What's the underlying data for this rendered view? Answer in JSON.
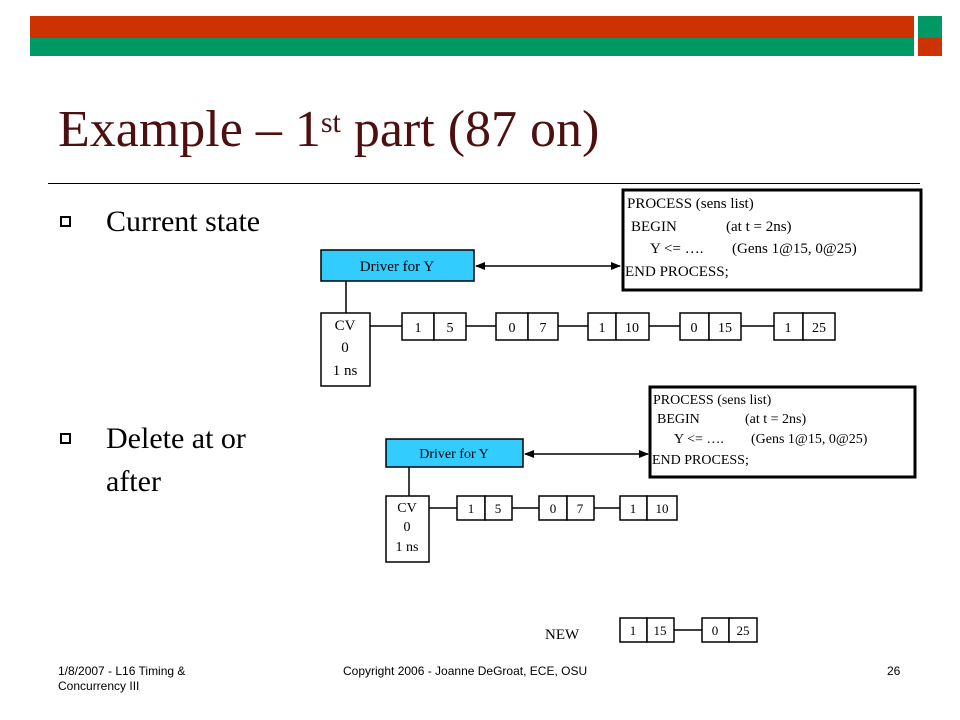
{
  "slide": {
    "title_main": "Example – 1",
    "title_sup": "st",
    "title_rest": " part (87 on)",
    "bullets": [
      {
        "text": "Current state"
      },
      {
        "text": "Delete at or"
      },
      {
        "text": "after"
      }
    ]
  },
  "diagram_top": {
    "process_lines": [
      "PROCESS (sens list)",
      "BEGIN",
      "(at t = 2ns)",
      "Y <= ….",
      "(Gens 1@15, 0@25)",
      "END PROCESS;"
    ],
    "driver_label": "Driver for Y",
    "cv_lines": [
      "CV",
      "0",
      "1 ns"
    ],
    "transactions": [
      [
        "1",
        "5"
      ],
      [
        "0",
        "7"
      ],
      [
        "1",
        "10"
      ],
      [
        "0",
        "15"
      ],
      [
        "1",
        "25"
      ]
    ]
  },
  "diagram_bottom": {
    "process_lines": [
      "PROCESS (sens list)",
      "BEGIN",
      "(at t = 2ns)",
      "Y <= ….",
      "(Gens 1@15, 0@25)",
      "END PROCESS;"
    ],
    "driver_label": "Driver for Y",
    "cv_lines": [
      "CV",
      "0",
      "1 ns"
    ],
    "transactions": [
      [
        "1",
        "5"
      ],
      [
        "0",
        "7"
      ],
      [
        "1",
        "10"
      ]
    ],
    "new_label": "NEW",
    "new_transactions": [
      [
        "1",
        "15"
      ],
      [
        "0",
        "25"
      ]
    ]
  },
  "footer": {
    "left_line1": "1/8/2007 - L16 Timing &",
    "left_line2": "Concurrency III",
    "center": "Copyright 2006 - Joanne DeGroat, ECE, OSU",
    "page": "26"
  },
  "colors": {
    "bar_red": "#cc3300",
    "bar_green": "#009966",
    "title": "#4d1010",
    "driver_fill": "#33ccff"
  }
}
